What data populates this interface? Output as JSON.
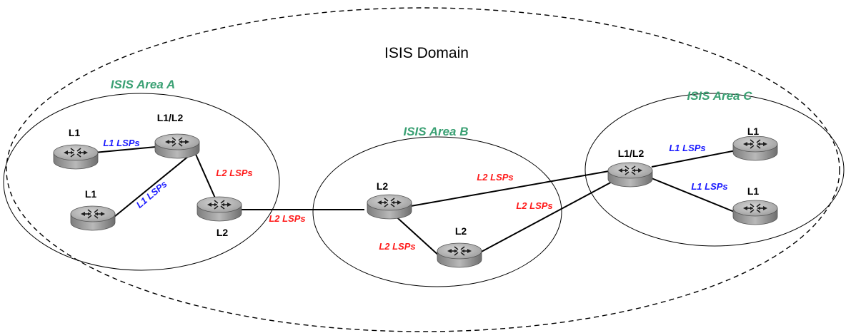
{
  "domain": {
    "title": "ISIS Domain"
  },
  "areas": [
    {
      "id": "A",
      "title": "ISIS Area A"
    },
    {
      "id": "B",
      "title": "ISIS Area B"
    },
    {
      "id": "C",
      "title": "ISIS Area C"
    }
  ],
  "routers": [
    {
      "id": "a1",
      "label": "L1"
    },
    {
      "id": "a2",
      "label": "L1/L2"
    },
    {
      "id": "a3",
      "label": "L1"
    },
    {
      "id": "a4",
      "label": "L2"
    },
    {
      "id": "b1",
      "label": "L2"
    },
    {
      "id": "b2",
      "label": "L2"
    },
    {
      "id": "c1",
      "label": "L1/L2"
    },
    {
      "id": "c2",
      "label": "L1"
    },
    {
      "id": "c3",
      "label": "L1"
    }
  ],
  "lsp_labels": [
    {
      "id": "a-l1-top",
      "text": "L1 LSPs",
      "color": "#1a1aff"
    },
    {
      "id": "a-l1-diag",
      "text": "L1 LSPs",
      "color": "#1a1aff"
    },
    {
      "id": "a-l2",
      "text": "L2 LSPs",
      "color": "#ff1a1a"
    },
    {
      "id": "ab-l2",
      "text": "L2 LSPs",
      "color": "#ff1a1a"
    },
    {
      "id": "bc-l2-top",
      "text": "L2 LSPs",
      "color": "#ff1a1a"
    },
    {
      "id": "bc-l2-bottom",
      "text": "L2 LSPs",
      "color": "#ff1a1a"
    },
    {
      "id": "b-l2",
      "text": "L2 LSPs",
      "color": "#ff1a1a"
    },
    {
      "id": "c-l1-top",
      "text": "L1 LSPs",
      "color": "#1a1aff"
    },
    {
      "id": "c-l1-bottom",
      "text": "L1 LSPs",
      "color": "#1a1aff"
    }
  ],
  "colors": {
    "area_title": "#3aa073",
    "l1_lsp": "#1a1aff",
    "l2_lsp": "#ff1a1a",
    "router_body": "#a8a8a8"
  },
  "icons": {
    "router": "router-icon"
  }
}
